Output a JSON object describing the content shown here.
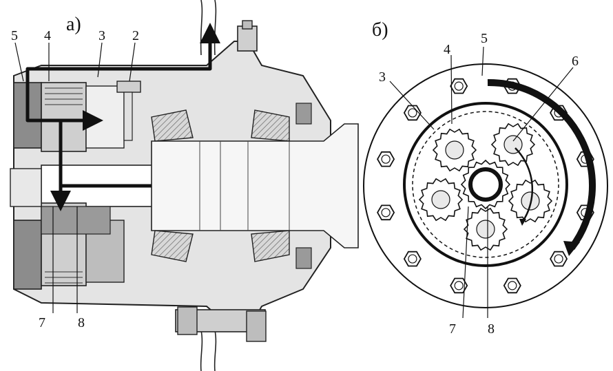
{
  "figure": {
    "panel_a": {
      "caption": "а)"
    },
    "panel_b": {
      "caption": "б)"
    }
  },
  "labels_a": [
    "5",
    "4",
    "3",
    "2",
    "7",
    "8"
  ],
  "labels_b": [
    "3",
    "4",
    "5",
    "6",
    "7",
    "8"
  ]
}
